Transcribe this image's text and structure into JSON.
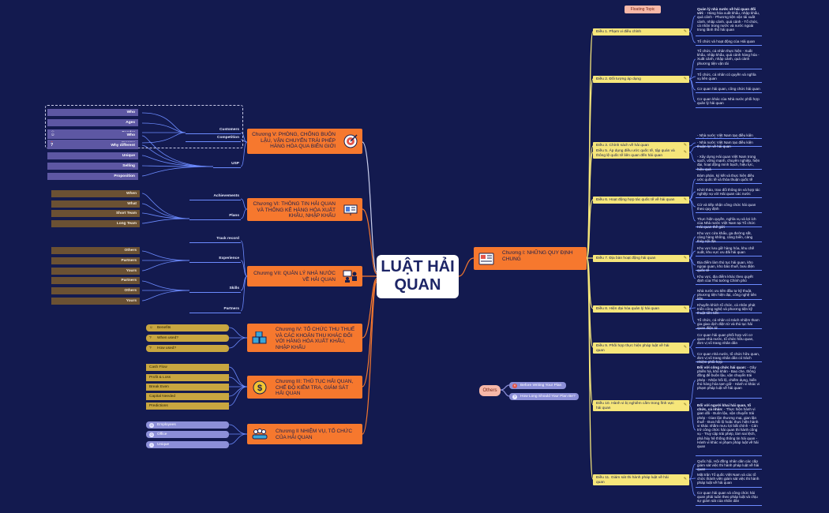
{
  "center": "LUẬT HẢI QUAN",
  "floating_topic": "Floating Topic",
  "chapters_right": [
    {
      "title": "Chương I: NHỮNG QUY ĐỊNH CHUNG",
      "icon": "document-icon"
    }
  ],
  "chapters_left": [
    {
      "title": "Chương V: PHÒNG, CHỐNG BUÔN LẬU, VẬN CHUYỂN TRÁI PHÉP HÀNG HÓA QUA BIÊN GIỚI",
      "icon": "target-icon"
    },
    {
      "title": "Chương VI: THÔNG TIN HẢI QUAN VÀ THỐNG KÊ HÀNG HÓA XUẤT KHẨU, NHẬP KHẨU",
      "icon": "billboard-icon"
    },
    {
      "title": "Chương VII: QUẢN LÝ NHÀ NƯỚC VỀ HẢI QUAN",
      "icon": "team-icon"
    },
    {
      "title": "Chương IV: TỔ CHỨC THU THUẾ VÀ CÁC KHOẢN THU KHÁC ĐỐI VỚI HÀNG HÓA XUẤT KHẨU, NHẬP KHẨU",
      "icon": "boxes-icon"
    },
    {
      "title": "Chương III: THỦ TỤC HẢI QUAN, CHẾ ĐỘ KIỂM TRA, GIÁM SÁT HẢI QUAN",
      "icon": "dollar-icon"
    },
    {
      "title": "Chương II NHIỆM VỤ, TỔ CHỨC CỦA HẢI QUAN",
      "icon": "people-icon"
    }
  ],
  "articles": [
    {
      "label": "Điều 1. Phạm vi điều chỉnh",
      "leaves": [
        {
          "head": "Quản lý nhà nước về hải quan đối với:",
          "text": "- Hàng hóa xuất khẩu, nhập khẩu, quá cảnh - Phương tiện vận tải xuất cảnh, nhập cảnh, quá cảnh - Tổ chức, cá nhân trong nước và nước ngoài trong lãnh thổ hải quan"
        },
        {
          "text": "Tổ chức và hoạt động của Hải quan"
        }
      ]
    },
    {
      "label": "Điều 2. Đối tượng áp dụng",
      "leaves": [
        {
          "text": "Tổ chức, cá nhân thực hiện - Xuất khẩu, nhập khẩu, quá cảnh hàng hóa - Xuất cảnh, nhập cảnh, quá cảnh phương tiện vận tải"
        },
        {
          "text": "Tổ chức, cá nhân có quyền và nghĩa vụ liên quan"
        },
        {
          "text": "Cơ quan hải quan, công chức hải quan"
        },
        {
          "text": "Cơ quan khác của Nhà nước phối hợp quản lý hải quan"
        }
      ]
    },
    {
      "label": "Điều 3. Chính sách về hải quan",
      "leaves": [
        {
          "text": "- Nhà nước Việt Nam tạo điều kiện thuận lợi về hải quan - Xây dựng Hải quan Việt Nam trong sạch, vững mạnh, chuyên nghiệp, hiện đại, hoạt động minh bạch, hiệu lực, hiệu quả"
        }
      ]
    },
    {
      "label": "Điều 5. Áp dụng điều ước quốc tế, tập quán và thông lệ quốc tế liên quan đến hải quan",
      "leaves": [
        {
          "text": "- Nhà nước Việt Nam tạo điều kiện thuận lợi về hải quan"
        },
        {
          "text": "- Xây dựng Hải quan Việt Nam trong sạch, vững mạnh, chuyên nghiệp, hiện đại, hoạt động minh bạch, hiệu lực, hiệu quả"
        }
      ]
    },
    {
      "label": "Điều 6. Hoạt động hợp tác quốc tế về hải quan",
      "leaves": [
        {
          "text": "Đàm phán, ký kết và thực hiện điều ước quốc tế và thỏa thuận quốc tế"
        },
        {
          "text": "Khởi thảo, trao đổi thông tin và hợp tác nghiệp vụ với Hải quan các nước"
        },
        {
          "text": "Cử và tiếp nhận công chức hải quan theo quy định"
        },
        {
          "text": "Thực hiện quyền, nghĩa vụ và lợi ích của Nhà nước Việt Nam tại Tổ chức Hải quan thế giới"
        }
      ]
    },
    {
      "label": "Điều 7. Địa bàn hoạt động hải quan",
      "leaves": [
        {
          "text": "Khu vực cửa khẩu, ga đường sắt, cảng hàng không, cảng biển, cảng thủy nội địa"
        },
        {
          "text": "Khu vực lưu giữ hàng hóa, khu chế xuất, khu vực ưu đãi hải quan"
        },
        {
          "text": "Địa điểm làm thủ tục hải quan, kho ngoại quan, kho bảo thuế, bưu điện quốc tế"
        },
        {
          "text": "Khu vực, địa điểm khác theo quyết định của Thủ tướng Chính phủ"
        }
      ]
    },
    {
      "label": "Điều 8. Hiện đại hóa quản lý hải quan",
      "leaves": [
        {
          "text": "Nhà nước ưu tiên đầu tư kỹ thuật, phương tiện hiện đại, công nghệ tiên tiến"
        },
        {
          "text": "Khuyến khích tổ chức, cá nhân phát triển công nghệ và phương tiện kỹ thuật tiên tiến"
        },
        {
          "text": "Tổ chức, cá nhân có trách nhiệm tham gia giao dịch điện tử và thủ tục hải quan điện tử"
        }
      ]
    },
    {
      "label": "Điều 9. Phối hợp thực hiện pháp luật về hải quan",
      "leaves": [
        {
          "text": "Cơ quan hải quan phối hợp với cơ quan nhà nước, tổ chức hữu quan, đơn vị vũ trang nhân dân"
        },
        {
          "text": "Cơ quan nhà nước, tổ chức hữu quan, đơn vị vũ trang nhân dân có trách nhiệm phối hợp"
        }
      ]
    },
    {
      "label": "Điều 10. Hành vi bị nghiêm cấm trong lĩnh vực hải quan",
      "leaves": [
        {
          "head": "Đối với công chức hải quan:",
          "text": "- Gây phiền hà, khó khăn - Bao che, thông đồng để buôn lậu, vận chuyển trái phép - Nhận hối lộ, chiếm dụng, biển thủ hàng hóa tạm giữ - Hành vi khác vi phạm pháp luật về hải quan"
        },
        {
          "head": "Đối với người khai hải quan, tổ chức, cá nhân:",
          "text": "- Thực hiện hành vi gian dối - Buôn lậu, vận chuyển trái phép - Gian lận thương mại, gian lận thuế - Đưa hối lộ hoặc thực hiện hành vi khác nhằm mưu lợi bất chính - Cản trở công chức hải quan thi hành công vụ - Truy cập trái phép, làm sai lệch, phá hủy hệ thống thông tin hải quan - Hành vi khác vi phạm pháp luật về hải quan"
        }
      ]
    },
    {
      "label": "Điều 11. Giám sát thi hành pháp luật về hải quan",
      "leaves": [
        {
          "text": "Quốc hội, Hội đồng nhân dân các cấp giám sát việc thi hành pháp luật về hải quan"
        },
        {
          "text": "Mặt trận Tổ quốc Việt Nam và các tổ chức thành viên giám sát việc thi hành pháp luật về hải quan"
        },
        {
          "text": "Cơ quan hải quan và công chức hải quan phải tuân theo pháp luật và chịu sự giám sát của nhân dân"
        }
      ]
    }
  ],
  "others": {
    "label": "Others",
    "items": [
      {
        "label": "Before Writing Your Plan",
        "icon": "x-icon"
      },
      {
        "label": "How Long Should Your Plan Be?",
        "icon": "question-icon"
      }
    ]
  },
  "left_branches": {
    "customers": "Customers",
    "competition": "Competition",
    "usp": "USP",
    "customer_items": [
      "Who",
      "Ages",
      "Gender",
      "Income"
    ],
    "usp_items": [
      "Who",
      "Why different",
      "Unique",
      "Selling",
      "Proposition"
    ],
    "achievements": "Achievements",
    "plans": "Plans",
    "plans_items": [
      "When",
      "What",
      "Short Team",
      "Long Team"
    ],
    "track_record": "Track record",
    "experience": "Experience",
    "skills": "Skills",
    "partners": "Partners",
    "experience_items": [
      "Others",
      "Partners",
      "Yours"
    ],
    "skills_items": [
      "Partners",
      "Others",
      "Yours"
    ],
    "ch4_items": [
      "Benefits",
      "When used?",
      "How used?"
    ],
    "ch3_items": [
      "Cash Flow",
      "Profit & Loss",
      "Break Even",
      "Capital Needed",
      "Predictions"
    ],
    "ch2_items": [
      "Employees",
      "Office",
      "Unique"
    ]
  },
  "colors": {
    "background": "#131a4f",
    "chapter": "#f6782e",
    "article": "#f6e67a",
    "line": "#6c8bff"
  }
}
